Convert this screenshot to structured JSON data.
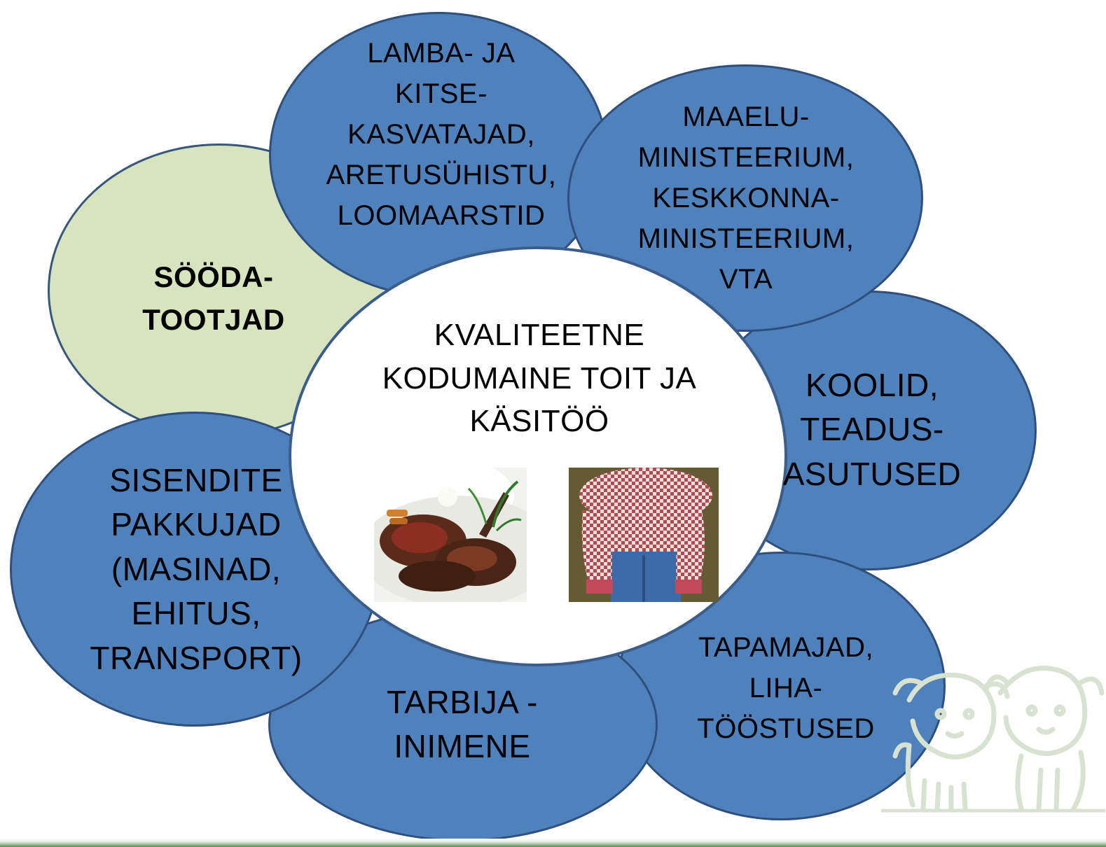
{
  "diagram": {
    "petals": [
      {
        "id": "lamba",
        "lines": [
          "LAMBA- JA",
          "KITSE-",
          "KASVATAJAD,",
          "ARETUSÜHISTU,",
          "LOOMAARSTID"
        ]
      },
      {
        "id": "maaelu",
        "lines": [
          "MAAELU-",
          "MINISTEERIUM,",
          "KESKKONNA-",
          "MINISTEERIUM,",
          "VTA"
        ]
      },
      {
        "id": "koolid",
        "lines": [
          "KOOLID,",
          "TEADUS-",
          "ASUTUSED"
        ]
      },
      {
        "id": "tapamajad",
        "lines": [
          "TAPAMAJAD,",
          "LIHA-",
          "TÖÖSTUSED"
        ]
      },
      {
        "id": "tarbija",
        "lines": [
          "TARBIJA -",
          "INIMENE"
        ]
      },
      {
        "id": "sisendite",
        "lines": [
          "SISENDITE",
          "PAKKUJAD",
          "(MASINAD,",
          "EHITUS,",
          "TRANSPORT)"
        ]
      },
      {
        "id": "sooda",
        "lines": [
          "SÖÖDA-",
          "TOOTJAD"
        ]
      }
    ],
    "center": {
      "lines": [
        "KVALITEETNE",
        "KODUMAINE TOIT JA",
        "KÄSITÖÖ"
      ]
    }
  },
  "colors": {
    "petal_fill": "#4f81bd",
    "highlight_fill": "#d7e4bd",
    "center_fill": "#ffffff",
    "outline": "#2f4f7c"
  },
  "images": {
    "food_photo": "lamb-chops-photo",
    "craft_photo": "knitted-sweater-mittens-photo"
  },
  "logo": "sheep-and-goat-outline-logo"
}
